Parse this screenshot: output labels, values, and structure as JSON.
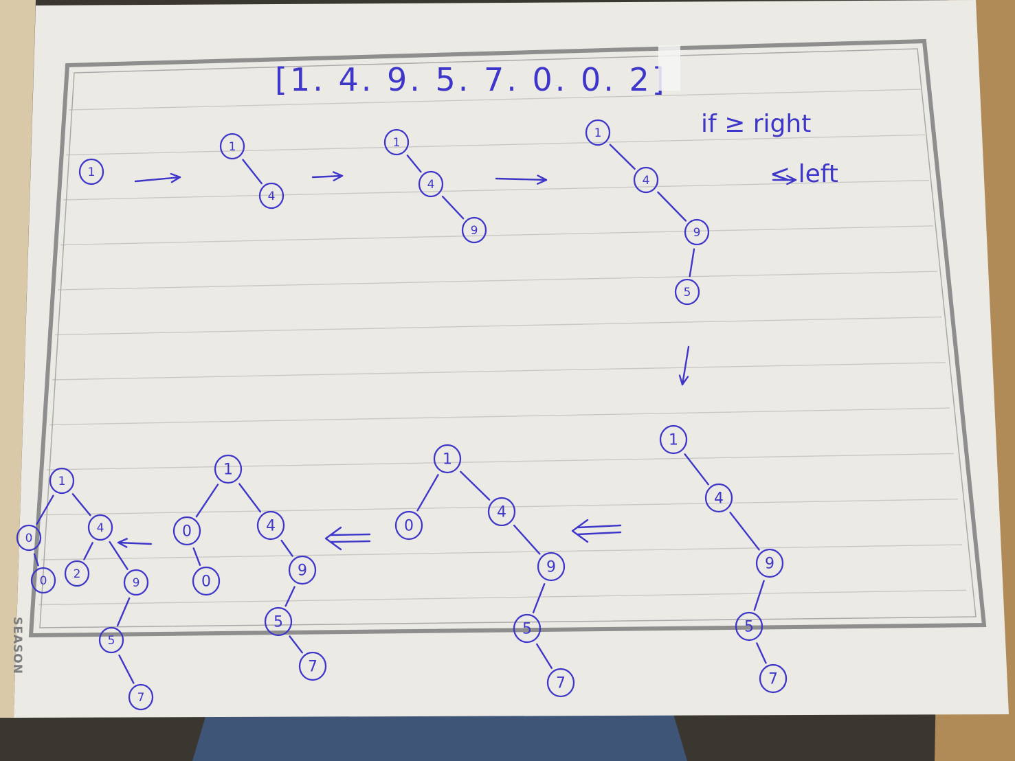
{
  "header": {
    "array": "[1. 4. 9. 5. 7. 0. 0. 2]"
  },
  "legend": {
    "ge": "if ≥ right",
    "lt": "< left"
  },
  "brand": "SEASON",
  "colors": {
    "ink": "#3d36c9",
    "paper": "#eceae5",
    "rule": "#c9c8c4",
    "border": "#8e8e8e",
    "desk": "#3a3630"
  },
  "trees": [
    {
      "step": 1,
      "nodes": [
        "1"
      ]
    },
    {
      "step": 2,
      "nodes": [
        "1",
        "4"
      ]
    },
    {
      "step": 3,
      "nodes": [
        "1",
        "4",
        "9"
      ]
    },
    {
      "step": 4,
      "nodes": [
        "1",
        "4",
        "9",
        "5"
      ]
    },
    {
      "step": 5,
      "nodes": [
        "1",
        "4",
        "9",
        "5",
        "7"
      ]
    },
    {
      "step": 6,
      "nodes": [
        "1",
        "0",
        "4",
        "9",
        "5",
        "7"
      ]
    },
    {
      "step": 7,
      "nodes": [
        "1",
        "0",
        "0",
        "4",
        "9",
        "5",
        "7"
      ]
    },
    {
      "step": 8,
      "nodes": [
        "1",
        "0",
        "0",
        "4",
        "2",
        "9",
        "5",
        "7"
      ]
    }
  ]
}
